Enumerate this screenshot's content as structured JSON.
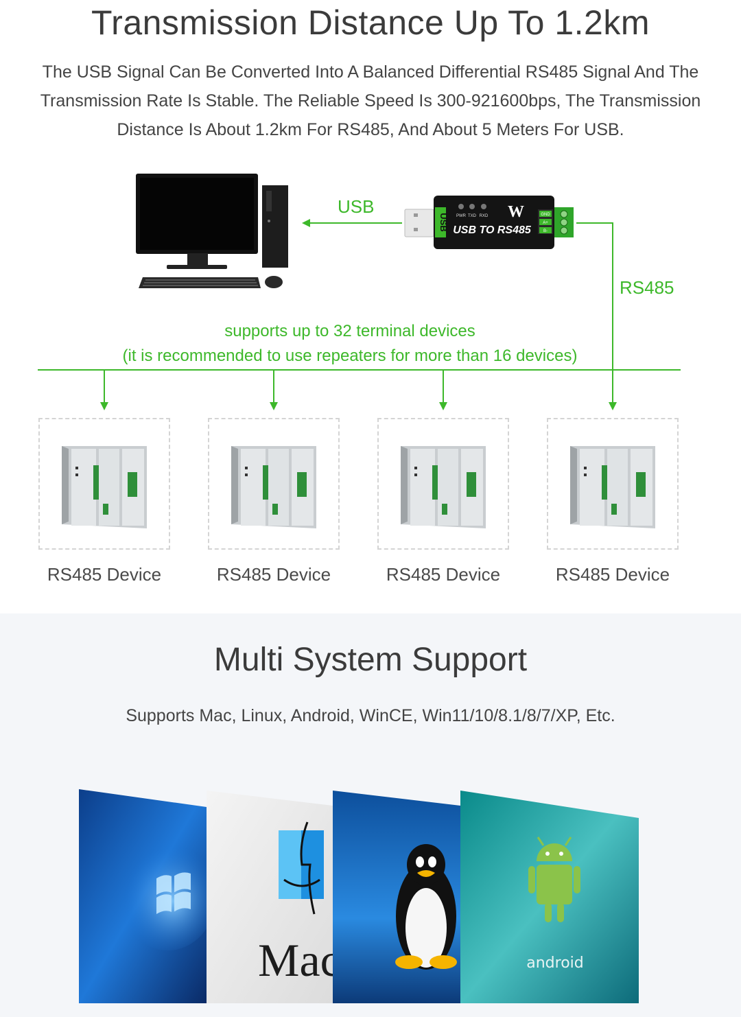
{
  "section1": {
    "title": "Transmission Distance Up To 1.2km",
    "description": "The USB Signal Can Be Converted Into A Balanced Differential RS485 Signal And The Transmission Rate Is Stable. The Reliable Speed Is 300-921600bps, The Transmission Distance Is About 1.2km For RS485, And About 5 Meters For USB."
  },
  "diagram": {
    "usb_label": "USB",
    "rs485_label": "RS485",
    "bus_line1": "supports up to 32 terminal devices",
    "bus_line2": "(it is recommended to use repeaters for more than 16 devices)",
    "adapter_text": "USB TO RS485",
    "adapter_usb_text": "USB",
    "adapter_leds": [
      "PWR",
      "TXD",
      "RXD"
    ],
    "adapter_pins": [
      "GND",
      "A+",
      "B-"
    ],
    "logo_text": "W",
    "devices": [
      {
        "label": "RS485 Device"
      },
      {
        "label": "RS485 Device"
      },
      {
        "label": "RS485 Device"
      },
      {
        "label": "RS485 Device"
      }
    ],
    "colors": {
      "green": "#3db82a",
      "text": "#444444"
    }
  },
  "section2": {
    "title": "Multi System Support",
    "description": "Supports Mac, Linux, Android, WinCE, Win11/10/8.1/8/7/XP, Etc.",
    "mac_text": "Mac O",
    "android_text": "android",
    "icons": [
      "windows-logo-icon",
      "mac-finder-icon",
      "linux-penguin-icon",
      "android-robot-icon"
    ]
  }
}
